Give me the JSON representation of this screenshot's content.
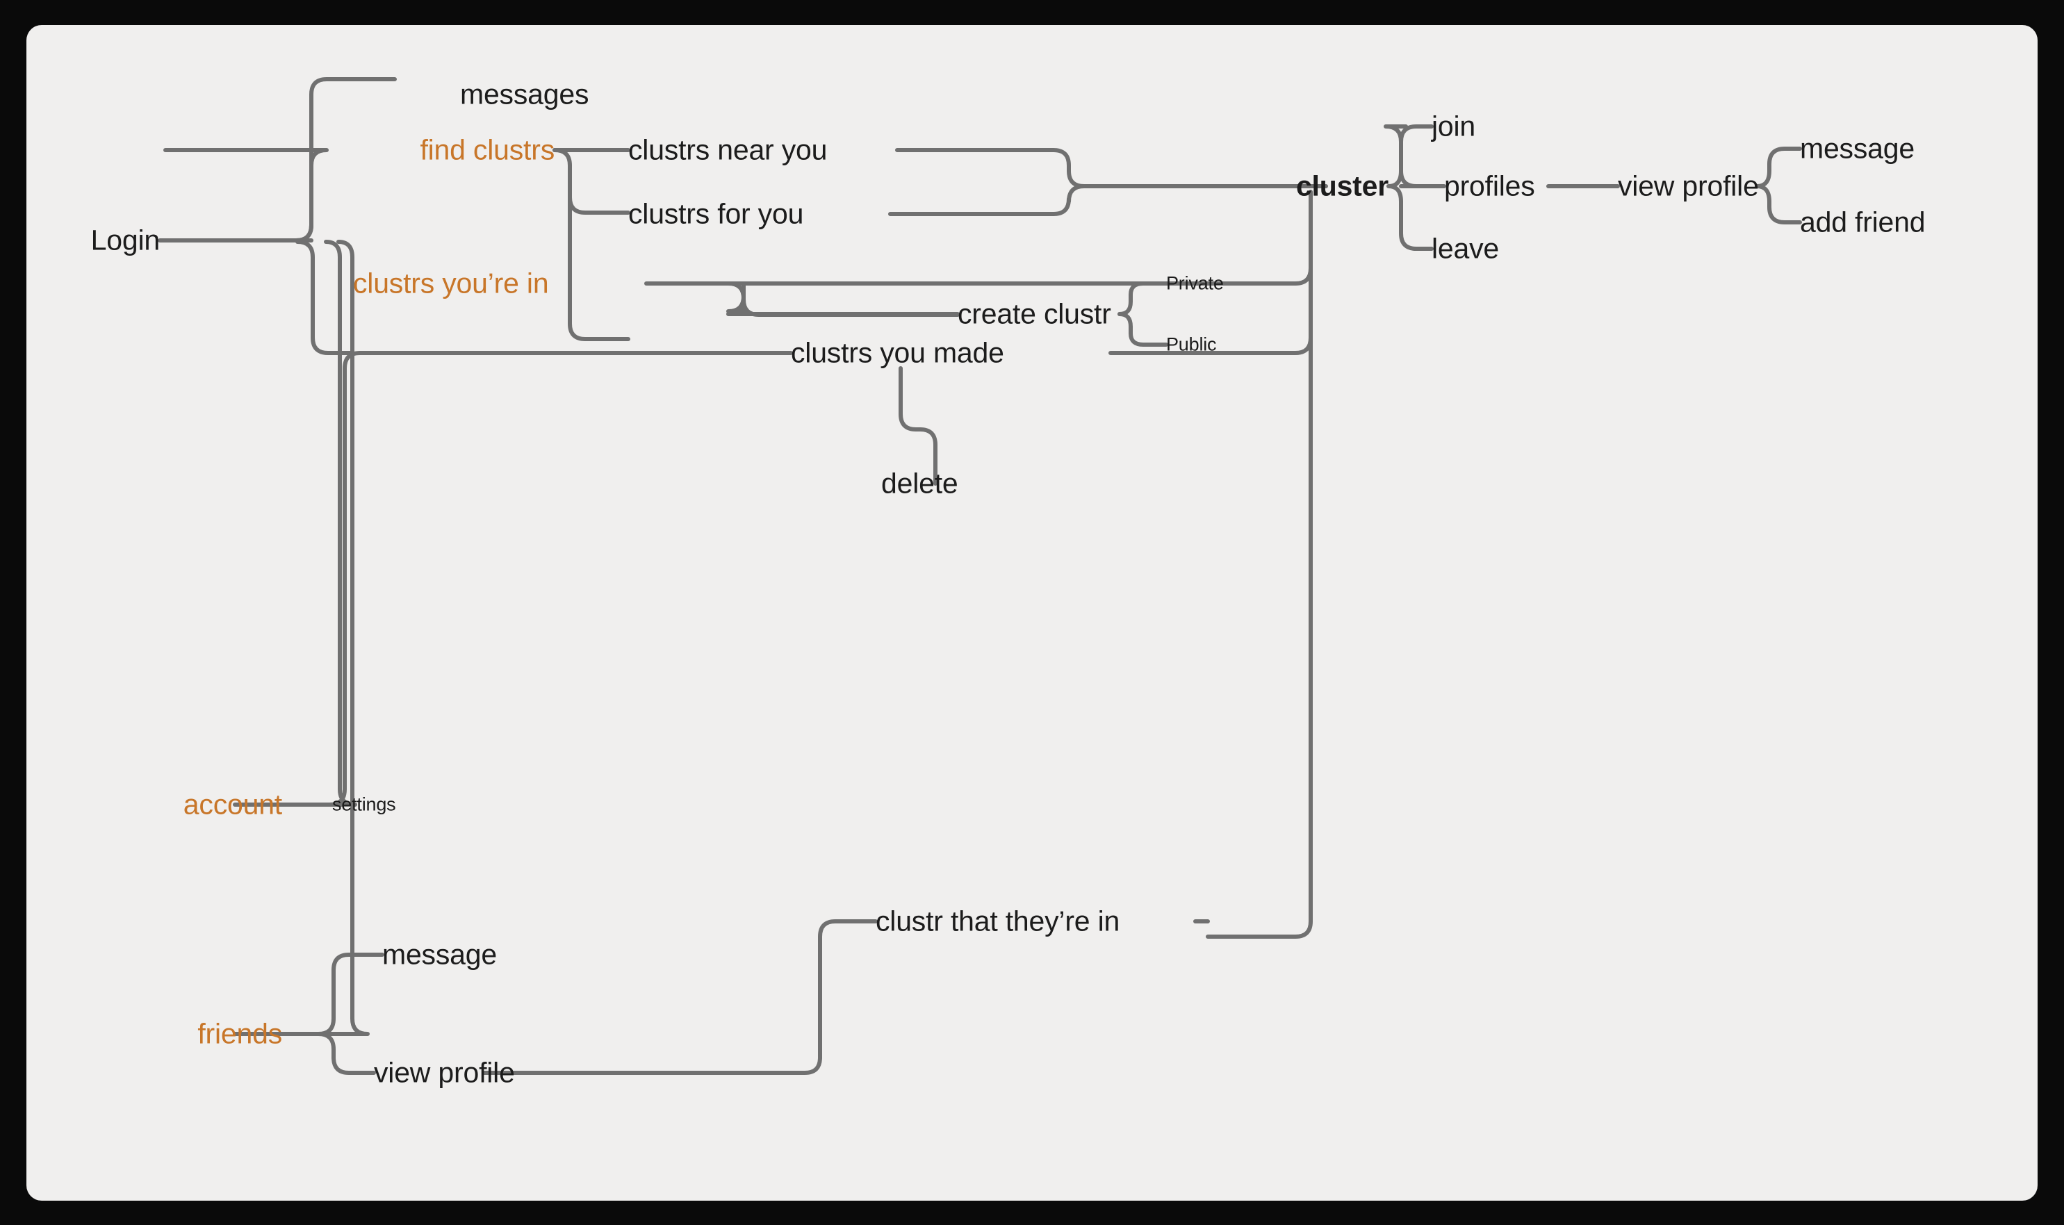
{
  "diagram": {
    "type": "mindmap-flow",
    "title": "Login app flow",
    "background_color": "#f0efee",
    "frame_color": "#0a0a0a",
    "line_color": "#707070",
    "text_color": "#1c1c1c",
    "accent_color": "#c87629",
    "nodes": {
      "login": "Login",
      "messages": "messages",
      "find_clustrs": "find clustrs",
      "clustrs_near_you": "clustrs near you",
      "clustrs_for_you": "clustrs for you",
      "cluster": "cluster",
      "join": "join",
      "profiles": "profiles",
      "leave": "leave",
      "view_profile_cluster": "view profile",
      "message_profile": "message",
      "add_friend": "add friend",
      "clustrs_youre_in": "clustrs you’re in",
      "create_clustr": "create clustr",
      "private": "Private",
      "public": "Public",
      "clustrs_you_made": "clustrs you made",
      "delete": "delete",
      "account": "account",
      "settings": "settings",
      "clustr_that_theyre_in": "clustr that they’re in",
      "friends": "friends",
      "message_friends": "message",
      "view_profile_friends": "view profile"
    },
    "edges": [
      {
        "from": "login",
        "to": "messages"
      },
      {
        "from": "login",
        "to": "find_clustrs"
      },
      {
        "from": "login",
        "to": "clustrs_youre_in"
      },
      {
        "from": "login",
        "to": "account"
      },
      {
        "from": "login",
        "to": "friends"
      },
      {
        "from": "find_clustrs",
        "to": "clustrs_near_you"
      },
      {
        "from": "find_clustrs",
        "to": "clustrs_for_you"
      },
      {
        "from": "clustrs_near_you",
        "to": "cluster"
      },
      {
        "from": "clustrs_for_you",
        "to": "cluster"
      },
      {
        "from": "cluster",
        "to": "join"
      },
      {
        "from": "cluster",
        "to": "profiles"
      },
      {
        "from": "cluster",
        "to": "leave"
      },
      {
        "from": "profiles",
        "to": "view_profile_cluster"
      },
      {
        "from": "view_profile_cluster",
        "to": "message_profile"
      },
      {
        "from": "view_profile_cluster",
        "to": "add_friend"
      },
      {
        "from": "clustrs_youre_in",
        "to": "cluster"
      },
      {
        "from": "clustrs_youre_in",
        "to": "create_clustr"
      },
      {
        "from": "create_clustr",
        "to": "private"
      },
      {
        "from": "create_clustr",
        "to": "public"
      },
      {
        "from": "account",
        "to": "settings"
      },
      {
        "from": "account",
        "to": "clustrs_you_made"
      },
      {
        "from": "clustrs_you_made",
        "to": "cluster"
      },
      {
        "from": "clustrs_you_made",
        "to": "delete"
      },
      {
        "from": "friends",
        "to": "message_friends"
      },
      {
        "from": "friends",
        "to": "view_profile_friends"
      },
      {
        "from": "view_profile_friends",
        "to": "clustr_that_theyre_in"
      },
      {
        "from": "clustr_that_theyre_in",
        "to": "cluster"
      }
    ]
  }
}
